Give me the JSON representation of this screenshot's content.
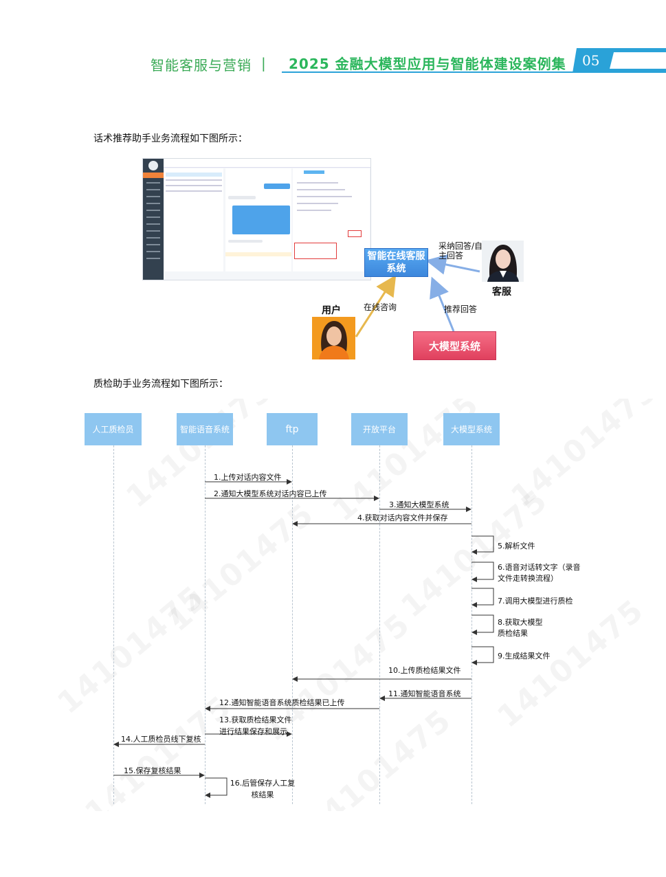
{
  "header": {
    "section": "智能客服与营销",
    "separator": "|",
    "title": "2025 金融大模型应用与智能体建设案例集",
    "page_number": "05"
  },
  "intro1": "话术推荐助手业务流程如下图所示：",
  "diagram1": {
    "system_node": "智能在线客服系统",
    "llm_node": "大模型系统",
    "user_label": "用户",
    "agent_label": "客服",
    "edge_user": "在线咨询",
    "edge_agent": "采纳回答/自主回答",
    "edge_llm": "推荐回答"
  },
  "intro2": "质检助手业务流程如下图所示：",
  "sequence": {
    "actors": [
      "人工质检员",
      "智能语音系统",
      "ftp",
      "开放平台",
      "大模型系统"
    ],
    "messages": [
      "1.上传对话内容文件",
      "2.通知大模型系统对话内容已上传",
      "3.通知大模型系统",
      "4.获取对话内容文件并保存",
      "5.解析文件",
      "6.语音对话转文字（录音文件走转换流程）",
      "7.调用大模型进行质检",
      "8.获取大模型质检结果",
      "9.生成结果文件",
      "10.上传质检结果文件",
      "11.通知智能语音系统",
      "12.通知智能语音系统质检结果已上传",
      "13.获取质检结果文件进行结果保存和展示",
      "14.人工质检员线下复核",
      "15.保存复核结果",
      "16.后管保存人工复核结果"
    ],
    "watermark": "14101475"
  },
  "colors": {
    "header_green": "#2bb65c",
    "header_line": "#2aa2d8",
    "actor_blue": "#8ec6f0",
    "system_blue": "#4a97e6",
    "llm_red": "#e54c69"
  }
}
